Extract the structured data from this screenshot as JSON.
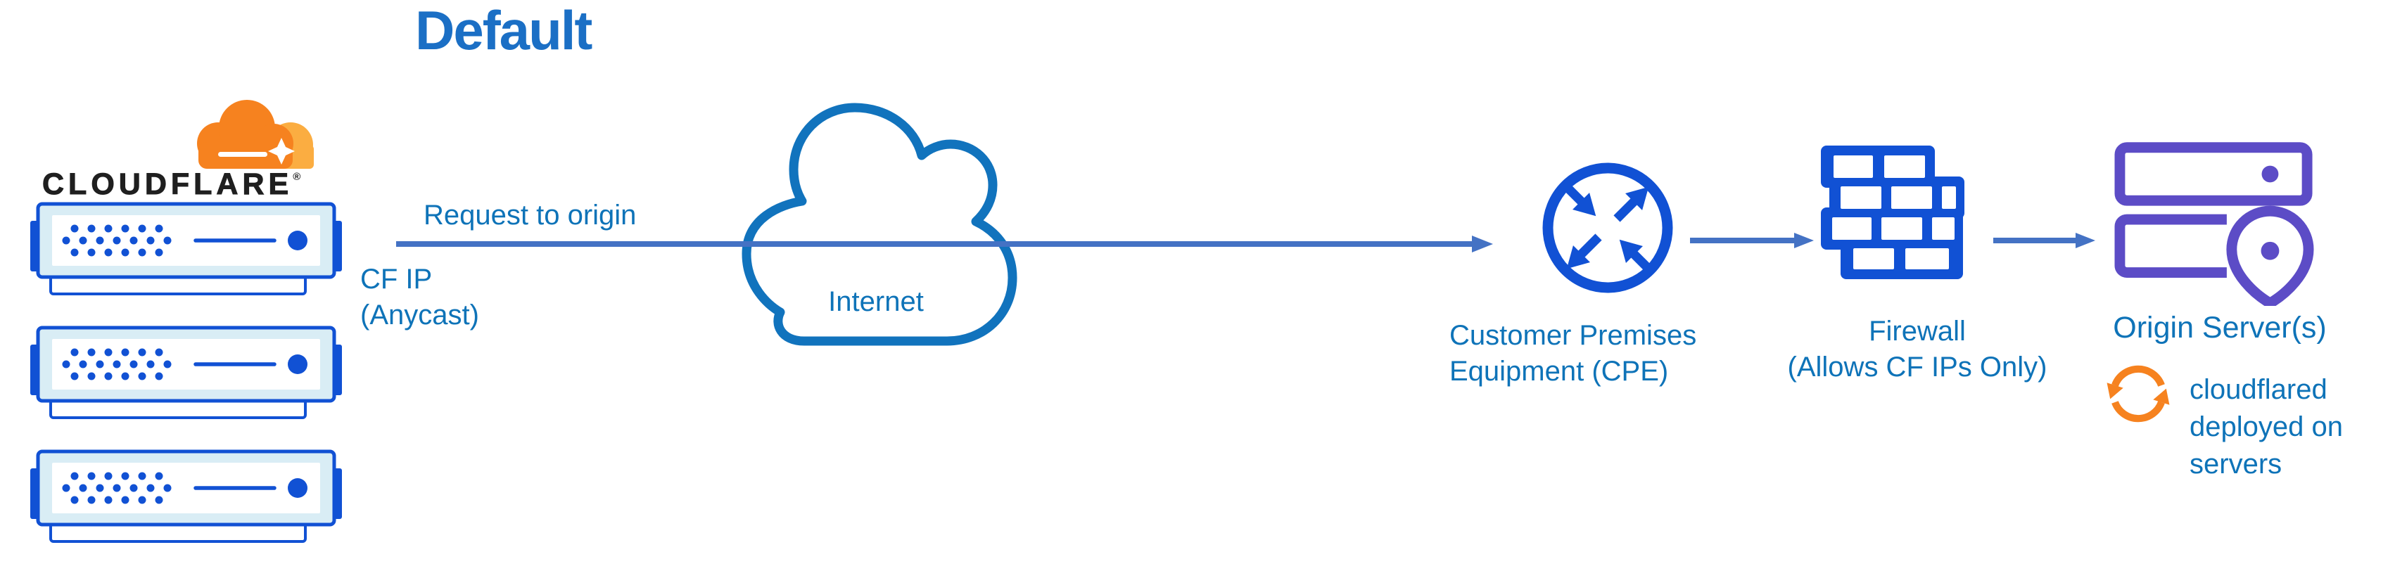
{
  "title": "Default",
  "brand": {
    "wordmark": "CLOUDFLARE",
    "registered_mark": "®"
  },
  "labels": {
    "request": "Request to origin",
    "cf_ip": [
      "CF IP",
      "(Anycast)"
    ],
    "internet": "Internet",
    "cpe": [
      "Customer Premises",
      "Equipment (CPE)"
    ],
    "firewall": [
      "Firewall",
      "(Allows CF IPs Only)"
    ],
    "origin": "Origin Server(s)",
    "origin_note": [
      "cloudflared",
      "deployed on",
      "servers"
    ]
  },
  "colors": {
    "title_blue": "#1B6FC5",
    "text_blue": "#0E73B8",
    "icon_blue": "#1151D4",
    "cloud_stroke_blue": "#1173BD",
    "connector_blue": "#4472C4",
    "origin_purple": "#5C4CC6",
    "cf_orange": "#F6821F",
    "cf_orange_light": "#FBAD41",
    "wordmark_dark": "#1F1F1F",
    "server_panel_light": "#D9EDF5"
  },
  "icons": {
    "cloudflare-logo-icon": "orange cloudflare cloud",
    "edge-server-icon": "cloudflare edge server rack",
    "internet-cloud-icon": "internet cloud outline",
    "arrow-right-icon": "connector arrow",
    "cpe-router-icon": "circle with four routing arrows",
    "firewall-icon": "brick wall",
    "origin-servers-icon": "stacked servers with location pin",
    "sync-icon": "circular refresh arrows"
  }
}
